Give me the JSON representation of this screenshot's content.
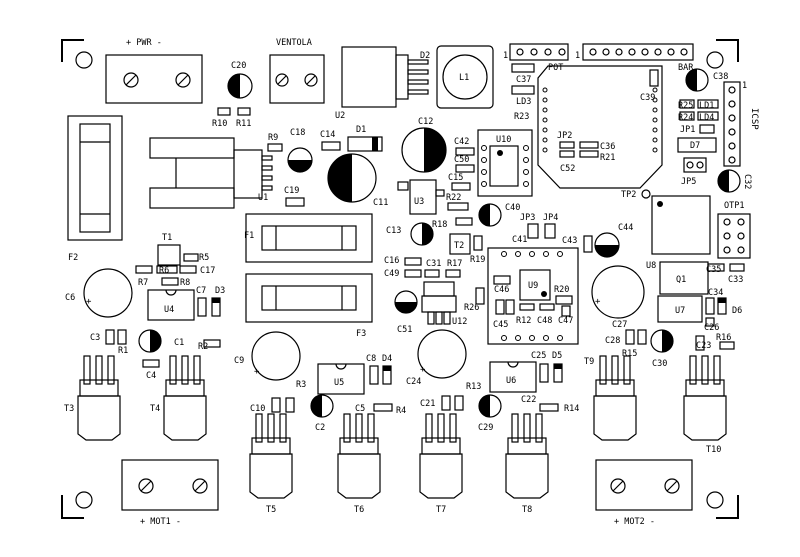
{
  "board": {
    "labels": {
      "pwr": "+  PWR  -",
      "ventola": "VENTOLA",
      "mot1": "+  MOT1  -",
      "mot2": "+  MOT2  -",
      "pot": "POT",
      "bar": "BAR",
      "icsp": "ICSP",
      "pin_one_pot": "1",
      "pin_one_bar": "1",
      "pin_one_icsp": "1"
    },
    "refs": {
      "C20": "C20",
      "R10": "R10",
      "R11": "R11",
      "U2": "U2",
      "D2": "D2",
      "L1": "L1",
      "C37": "C37",
      "LD3": "LD3",
      "R23": "R23",
      "C39": "C39",
      "C38": "C38",
      "R25": "R25",
      "LD1": "LD1",
      "R24": "R24",
      "LD4": "LD4",
      "JP1": "JP1",
      "D7": "D7",
      "JP5": "JP5",
      "C32": "C32",
      "TP2": "TP2",
      "OTP1": "OTP1",
      "F2": "F2",
      "R9": "R9",
      "C18": "C18",
      "C14": "C14",
      "D1": "D1",
      "U1": "U1",
      "C19": "C19",
      "C12": "C12",
      "C42": "C42",
      "U10": "U10",
      "C50": "C50",
      "JP2": "JP2",
      "C36": "C36",
      "R21": "R21",
      "C52": "C52",
      "C15": "C15",
      "C11": "C11",
      "U3": "U3",
      "R22": "R22",
      "R18": "R18",
      "C40": "C40",
      "F1": "F1",
      "C13": "C13",
      "T2": "T2",
      "R19": "R19",
      "JP3": "JP3",
      "JP4": "JP4",
      "C41": "C41",
      "C43": "C43",
      "C44": "C44",
      "U8": "U8",
      "T1": "T1",
      "R5": "R5",
      "R6": "R6",
      "C17": "C17",
      "R7": "R7",
      "R8": "R8",
      "C16": "C16",
      "C31": "C31",
      "R17": "R17",
      "C49": "C49",
      "C46": "C46",
      "U9": "U9",
      "R20": "R20",
      "Q1": "Q1",
      "C35": "C35",
      "C33": "C33",
      "C34": "C34",
      "C6": "C6",
      "C7": "C7",
      "D3": "D3",
      "U4": "U4",
      "C51": "C51",
      "U12": "U12",
      "R26": "R26",
      "F3": "F3",
      "C45": "C45",
      "R12": "R12",
      "C48": "C48",
      "C47": "C47",
      "U7": "U7",
      "D6": "D6",
      "C26": "C26",
      "C27": "C27",
      "C3": "C3",
      "R1": "R1",
      "C1": "C1",
      "R2": "R2",
      "C4": "C4",
      "C9": "C9",
      "C8": "C8",
      "D4": "D4",
      "R3": "R3",
      "U5": "U5",
      "C24": "C24",
      "C25": "C25",
      "D5": "D5",
      "R13": "R13",
      "U6": "U6",
      "C28": "C28",
      "R15": "R15",
      "R16": "R16",
      "C23": "C23",
      "C30": "C30",
      "T9": "T9",
      "T3": "T3",
      "T4": "T4",
      "C10": "C10",
      "C2": "C2",
      "C5": "C5",
      "R4": "R4",
      "C21": "C21",
      "C29": "C29",
      "C22": "C22",
      "R14": "R14",
      "T10": "T10",
      "T5": "T5",
      "T6": "T6",
      "T7": "T7",
      "T8": "T8"
    }
  }
}
